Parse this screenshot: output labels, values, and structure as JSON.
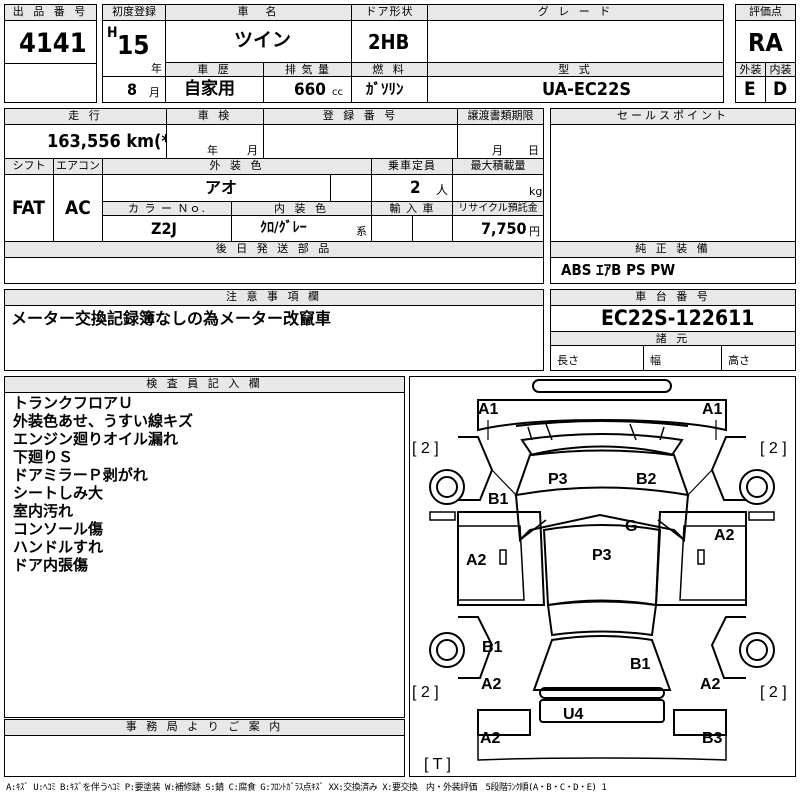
{
  "headers": {
    "lot_number": "出 品 番 号",
    "first_registration": "初度登録",
    "car_name": "車　名",
    "door_type": "ドア形状",
    "grade": "グ レ ー ド",
    "score": "評価点",
    "history": "車 歴",
    "displacement": "排 気 量",
    "fuel": "燃 料",
    "model_code": "型 式",
    "exterior": "外装",
    "interior": "内装",
    "mileage": "走 行",
    "inspection": "車 検",
    "registration_number": "登 録 番 号",
    "transfer_deadline": "譲渡書類期限",
    "sales_points": "セールスポイント",
    "shift": "シフト",
    "aircon": "エアコン",
    "exterior_color": "外 装 色",
    "capacity": "乗車定員",
    "max_load": "最大積載量",
    "color_no": "カ ラ ー Ｎｏ.",
    "interior_color": "内 装 色",
    "import": "輸 入 車",
    "recycle": "リサイクル預託金",
    "later_parts": "後 日 発 送 部 品",
    "genuine_equipment": "純 正 装 備",
    "caution": "注 意 事 項 欄",
    "chassis_number": "車 台 番 号",
    "dimensions": "諸 元",
    "inspector_notes": "検 査 員 記 入 欄",
    "office_notes": "事 務 局 よ り ご 案 内"
  },
  "vehicle": {
    "lot_number": "4141",
    "era_letter": "H",
    "year": "15",
    "year_unit": "年",
    "month": "8",
    "month_unit": "月",
    "car_name": "ツイン",
    "door_type": "2HB",
    "grade": "",
    "score": "RA",
    "history": "自家用",
    "displacement": "660",
    "displacement_unit": "cc",
    "fuel": "ｶﾞｿﾘﾝ",
    "model_code": "UA-EC22S",
    "exterior_grade": "E",
    "interior_grade": "D",
    "mileage": "163,556 km(*)",
    "inspection_year_unit": "年",
    "inspection_month_unit": "月",
    "transfer_month_unit": "月",
    "transfer_day_unit": "日",
    "shift": "FAT",
    "aircon": "AC",
    "exterior_color": "アオ",
    "capacity": "2",
    "capacity_unit": "人",
    "max_load_unit": "kg",
    "color_no": "Z2J",
    "interior_color": "ｸﾛ/ｸﾞﾚｰ",
    "interior_suffix": "系",
    "recycle_fee": "7,750",
    "recycle_unit": "円",
    "genuine_equipment": "ABS ｴｱB PS PW",
    "caution": "メーター交換記録簿なしの為メーター改竄車",
    "chassis_number": "EC22S-122611",
    "length_label": "長さ",
    "width_label": "幅",
    "height_label": "高さ"
  },
  "inspector_notes": [
    "トランクフロアＵ",
    "外装色あせ、うすい線キズ",
    "エンジン廻りオイル漏れ",
    "下廻りＳ",
    "ドアミラーＰ剥がれ",
    "シートしみ大",
    "室内汚れ",
    "コンソール傷",
    "ハンドルすれ",
    "ドア内張傷"
  ],
  "damage_labels": {
    "a1_left": "A1",
    "a1_right": "A1",
    "p3_roof": "P3",
    "b2_roof": "B2",
    "b1_left": "B1",
    "g_glass": "G",
    "a2_left": "A2",
    "a2_right": "A2",
    "p3_center": "P3",
    "b1_rear_left": "B1",
    "b1_rear": "B1",
    "a2_rear_left": "A2",
    "a2_rear_right": "A2",
    "u4": "U4",
    "a2_bottom": "A2",
    "b3_bottom": "B3",
    "tire_tl": "[ 2 ]",
    "tire_tr": "[ 2 ]",
    "tire_bl": "[ 2 ]",
    "tire_br": "[ 2 ]",
    "tire_spare": "[ T ]"
  },
  "legend": "A:ｷｽﾞ U:ﾍｺﾐ B:ｷｽﾞを伴うﾍｺﾐ P:要塗装 W:補修跡 S:錆 C:腐食 G:ﾌﾛﾝﾄｶﾞﾗｽ点ｷｽﾞ XX:交換済み X:要交換　内・外装評価　5段階ﾗﾝｸ順(A・B・C・D・E) 1"
}
